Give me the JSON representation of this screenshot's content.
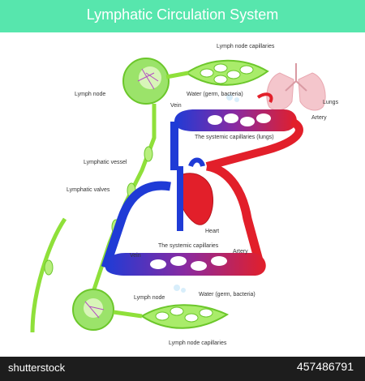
{
  "title": "Lymphatic Circulation System",
  "labels": {
    "lymph_node_capillaries_top": "Lymph node capillaries",
    "lymph_node_top": "Lymph node",
    "lungs": "Lungs",
    "water_top": "Water (germ, bacteria)",
    "vein_top": "Vein",
    "artery_top": "Artery",
    "systemic_lungs": "The systemic capillaries (lungs)",
    "lymphatic_vessel": "Lymphatic vessel",
    "lymphatic_valves": "Lymphatic valves",
    "heart": "Heart",
    "systemic_capillaries": "The systemic capillaries",
    "vein_bottom": "Vein",
    "artery_bottom": "Artery",
    "lymph_node_bottom": "Lymph node",
    "water_bottom": "Water (germ, bacteria)",
    "lymph_node_capillaries_bottom": "Lymph node capillaries"
  },
  "watermark": {
    "brand": "shutterstock",
    "id": "457486791"
  },
  "colors": {
    "banner": "#57e6ad",
    "lymph": "#8fe03a",
    "vein": "#1f3bd6",
    "artery": "#e21f2a",
    "lungs": "#f4c6cc"
  }
}
